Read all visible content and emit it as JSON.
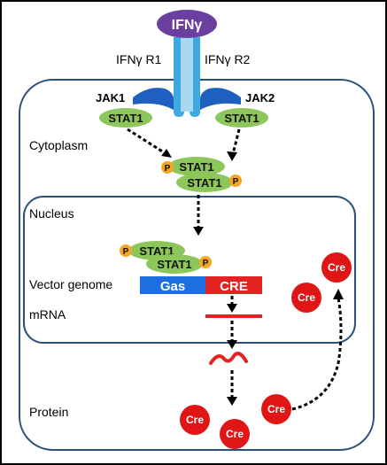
{
  "ligand": {
    "label": "IFNγ",
    "color": "#6b3fa0"
  },
  "receptors": {
    "r1_label": "IFNγ R1",
    "r2_label": "IFNγ R2",
    "outer_color": "#3ea8e0",
    "inner_color": "#a9d8f2"
  },
  "kinases": {
    "jak1_label": "JAK1",
    "jak2_label": "JAK2",
    "color": "#1f5fbf"
  },
  "stat": {
    "label": "STAT1",
    "color": "#8dc65a"
  },
  "phospho": {
    "label": "P",
    "color": "#f5a623"
  },
  "compartments": {
    "cytoplasm_label": "Cytoplasm",
    "nucleus_label": "Nucleus",
    "border_color": "#2c4f7c"
  },
  "vector": {
    "label": "Vector genome",
    "gas_label": "Gas",
    "cre_label": "CRE",
    "gas_color": "#1c6fe0",
    "cre_color": "#e32222"
  },
  "mrna": {
    "label": "mRNA",
    "color": "#e32222"
  },
  "protein": {
    "label": "Protein",
    "cre_label": "Cre",
    "cre_color": "#e01515"
  }
}
